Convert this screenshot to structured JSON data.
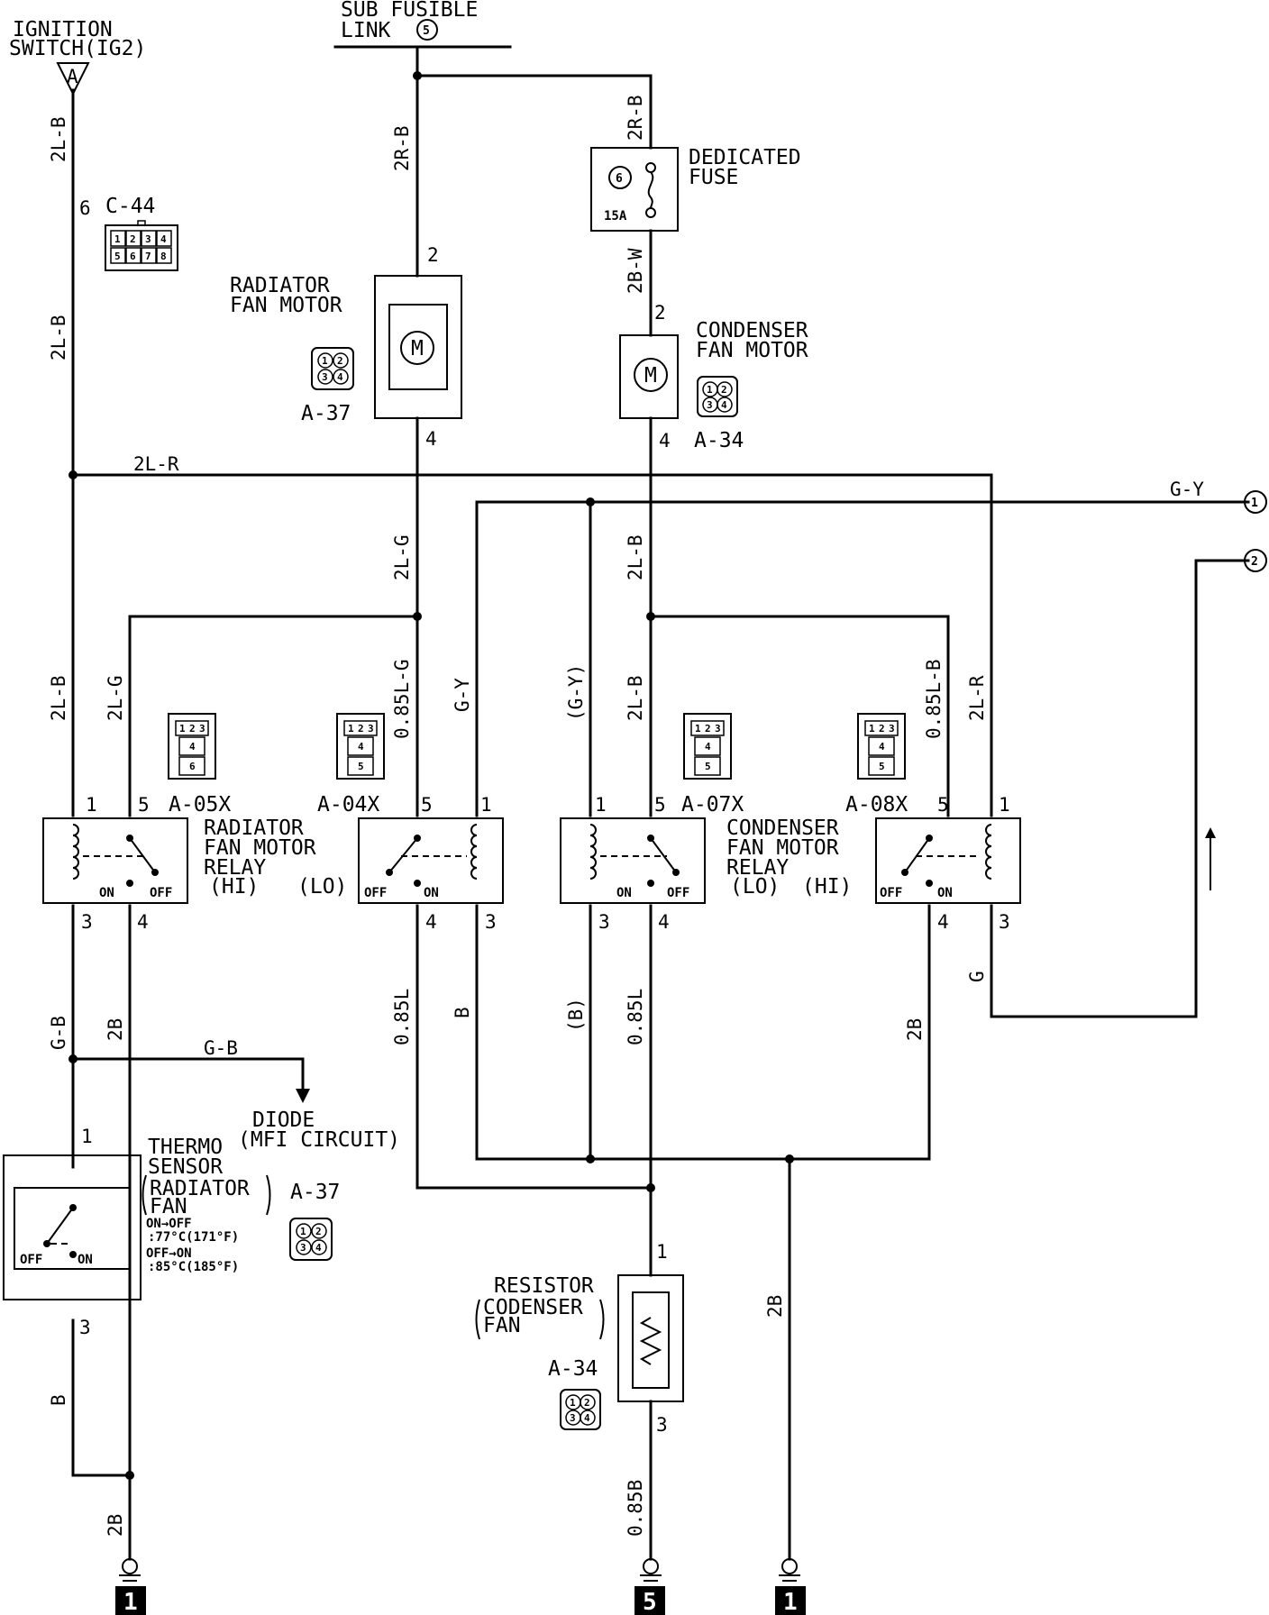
{
  "labels": {
    "ignition_switch": [
      "IGNITION",
      "SWITCH(IG2)"
    ],
    "ign_connector": "A",
    "sub_fusible_link": "SUB FUSIBLE",
    "sub_fusible_link_2": "LINK",
    "sub_fusible_no": "5",
    "dedicated_fuse": [
      "DEDICATED",
      "FUSE"
    ],
    "fuse_no": "6",
    "fuse_rating": "15A",
    "radiator_fan_motor": [
      "RADIATOR",
      "FAN MOTOR"
    ],
    "condenser_fan_motor": [
      "CONDENSER",
      "FAN MOTOR"
    ],
    "motor_symbol": "M",
    "radiator_relay": [
      "RADIATOR",
      "FAN MOTOR",
      "RELAY"
    ],
    "radiator_relay_hi": "(HI)",
    "radiator_relay_lo": "(LO)",
    "condenser_relay": [
      "CONDENSER",
      "FAN MOTOR",
      "RELAY"
    ],
    "condenser_relay_lo": "(LO)",
    "condenser_relay_hi": "(HI)",
    "diode": [
      "DIODE",
      "(MFI CIRCUIT)"
    ],
    "thermo_sensor": [
      "THERMO",
      "SENSOR"
    ],
    "thermo_sensor_sub": [
      "RADIATOR",
      "FAN"
    ],
    "thermo_spec": [
      "ON→OFF",
      ":77°C(171°F)",
      "OFF→ON",
      ":85°C(185°F)"
    ],
    "resistor": [
      "RESISTOR",
      "CODENSER",
      "FAN"
    ],
    "on": "ON",
    "off": "OFF",
    "off_short": "OFF",
    "on_short": "ON",
    "ref1": "1",
    "ref2": "2"
  },
  "connectors": {
    "c44": "C-44",
    "a37_motor": "A-37",
    "a34_motor": "A-34",
    "a05x": "A-05X",
    "a04x": "A-04X",
    "a07x": "A-07X",
    "a08x": "A-08X",
    "a37_sensor": "A-37",
    "a34_resistor": "A-34"
  },
  "connector_pins": {
    "c44_row1": [
      "1",
      "2",
      "3",
      "4"
    ],
    "c44_row2": [
      "5",
      "6",
      "7",
      "8"
    ],
    "quad": [
      "1",
      "2",
      "3",
      "4"
    ],
    "relay_top": [
      "1",
      "2",
      "3"
    ],
    "relay_mid": "4",
    "relay_bot_a": "6",
    "relay_bot": "5"
  },
  "wires": {
    "w_2LB_top": "2L-B",
    "w_2LB_mid": "2L-B",
    "w_2RB_left": "2R-B",
    "w_2RB_right": "2R-B",
    "w_2BW": "2B-W",
    "w_2LR_top": "2L-R",
    "w_GY_top": "G-Y",
    "w_2LG_mid": "2L-G",
    "w_2LB_cond": "2L-B",
    "w_2LB_left": "2L-B",
    "w_2LG_left": "2L-G",
    "w_085LG": "0.85L-G",
    "w_GY_relay": "G-Y",
    "w_GY_paren": "(G-Y)",
    "w_2LB_a07": "2L-B",
    "w_085LB": "0.85L-B",
    "w_2LR_right": "2L-R",
    "w_GB_left": "G-B",
    "w_2B_left": "2B",
    "w_GB_diode": "G-B",
    "w_085L_a": "0.85L",
    "w_B_a": "B",
    "w_B_paren": "(B)",
    "w_085L_b": "0.85L",
    "w_2B_right": "2B",
    "w_G": "G",
    "w_B_sensor": "B",
    "w_2B_bottom": "2B",
    "w_085B": "0.85B",
    "w_2B_gnd": "2B"
  },
  "pins": {
    "p6": "6",
    "p2_rad": "2",
    "p4_rad": "4",
    "p2_cond": "2",
    "p4_cond": "4",
    "r1_1": "1",
    "r1_5": "5",
    "r1_3": "3",
    "r1_4": "4",
    "r2_5": "5",
    "r2_1": "1",
    "r2_4": "4",
    "r2_3": "3",
    "r3_1": "1",
    "r3_5": "5",
    "r3_3": "3",
    "r3_4": "4",
    "r4_5": "5",
    "r4_1": "1",
    "r4_4": "4",
    "r4_3": "3",
    "ts_1": "1",
    "ts_3": "3",
    "res_1": "1",
    "res_3": "3"
  },
  "grounds": [
    "1",
    "5",
    "1"
  ]
}
